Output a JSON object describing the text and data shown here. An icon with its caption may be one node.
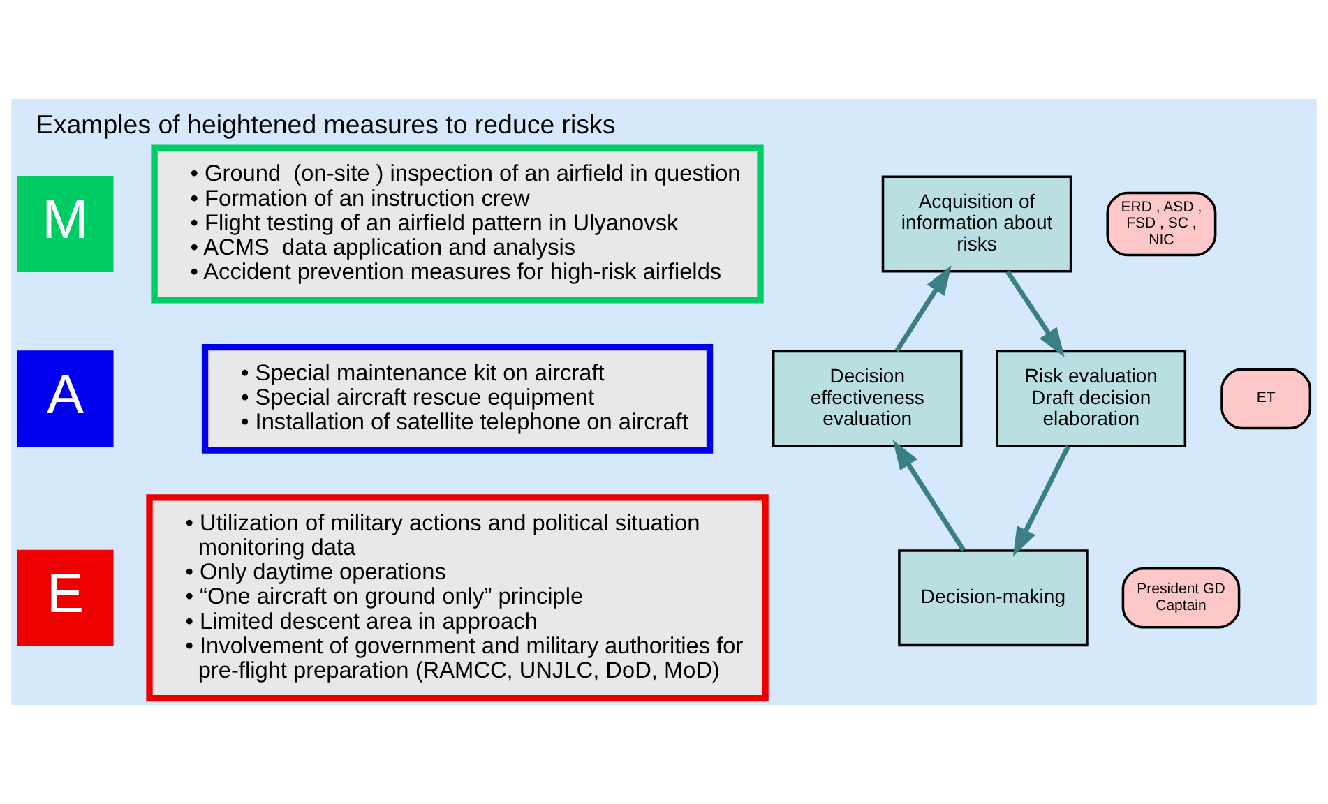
{
  "diagram": {
    "title": "Examples of heightened measures to reduce risks",
    "nodes": [
      {
        "text": [
          "M"
        ]
      },
      {
        "text": [
          "• Ground  (on-site ) inspection of an airfield in question",
          "• Formation of an instruction crew",
          "• Flight testing of an airfield pattern in Ulyanovsk",
          "• ACMS  data application and analysis",
          "• Accident prevention measures for high-risk airfields"
        ]
      },
      {
        "text": [
          "A"
        ]
      },
      {
        "text": [
          "• Special maintenance kit on aircraft",
          "• Special aircraft rescue equipment",
          "• Installation of satellite telephone on aircraft"
        ]
      },
      {
        "text": [
          "E"
        ]
      },
      {
        "text": [
          "• Utilization of military actions and political situation monitoring data",
          "• Only daytime operations",
          "• “One aircraft on ground only” principle",
          "• Limited descent area in approach",
          "• Involvement of government and military authorities for pre-flight preparation (RAMCC, UNJLC, DoD, MoD)"
        ]
      },
      {
        "text": [
          "Acquisition of information about risks"
        ]
      },
      {
        "text": [
          "Risk evaluation Draft decision elaboration"
        ]
      },
      {
        "text": [
          "Decision-making"
        ]
      },
      {
        "text": [
          "Decision effectiveness evaluation"
        ]
      },
      {
        "text": [
          "ERD , ASD , FSD , SC , NIC"
        ]
      },
      {
        "text": [
          "ET"
        ]
      },
      {
        "text": [
          "President GD Captain"
        ]
      }
    ],
    "edges": [
      {
        "from": 9,
        "to": 6,
        "arrow": "to"
      },
      {
        "from": 6,
        "to": 7,
        "arrow": "to"
      },
      {
        "from": 7,
        "to": 8,
        "arrow": "to"
      },
      {
        "from": 8,
        "to": 9,
        "arrow": "to"
      }
    ]
  }
}
